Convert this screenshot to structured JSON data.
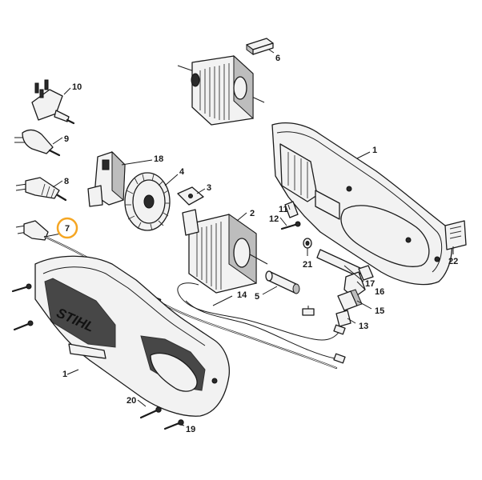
{
  "diagram": {
    "brand_logo": "STIHL",
    "highlight": {
      "part": "7",
      "color": "#f5a623"
    },
    "callouts": [
      "1",
      "1",
      "2",
      "3",
      "4",
      "5",
      "6",
      "7",
      "8",
      "9",
      "10",
      "11",
      "12",
      "13",
      "14",
      "15",
      "16",
      "17",
      "18",
      "19",
      "20",
      "21",
      "22"
    ]
  }
}
